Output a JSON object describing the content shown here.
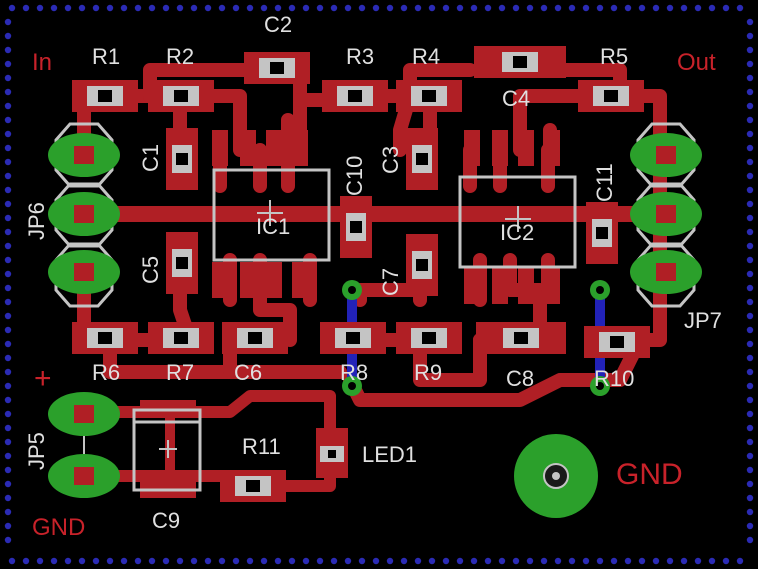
{
  "board": {
    "bg": "#000000",
    "trace_color": "#b01f25",
    "wire_color": "#2222b8",
    "via_color": "#2ba02b",
    "silk_color": "#c4c4c4",
    "label_color": "#e0e0e0",
    "edge_dot_color": "#2b2bb5"
  },
  "labels": {
    "in": "In",
    "out": "Out",
    "plus": "+",
    "gnd_left": "GND",
    "gnd_right": "GND"
  },
  "resistors": {
    "r1": "R1",
    "r2": "R2",
    "r3": "R3",
    "r4": "R4",
    "r5": "R5",
    "r6": "R6",
    "r7": "R7",
    "r8": "R8",
    "r9": "R9",
    "r10": "R10",
    "r11": "R11"
  },
  "capacitors": {
    "c1": "C1",
    "c2": "C2",
    "c3": "C3",
    "c4": "C4",
    "c5": "C5",
    "c6": "C6",
    "c7": "C7",
    "c8": "C8",
    "c9": "C9",
    "c10": "C10",
    "c11": "C11"
  },
  "ics": {
    "ic1": "IC1",
    "ic2": "IC2"
  },
  "connectors": {
    "jp5": "JP5",
    "jp6": "JP6",
    "jp7": "JP7"
  },
  "led": {
    "led1": "LED1"
  }
}
